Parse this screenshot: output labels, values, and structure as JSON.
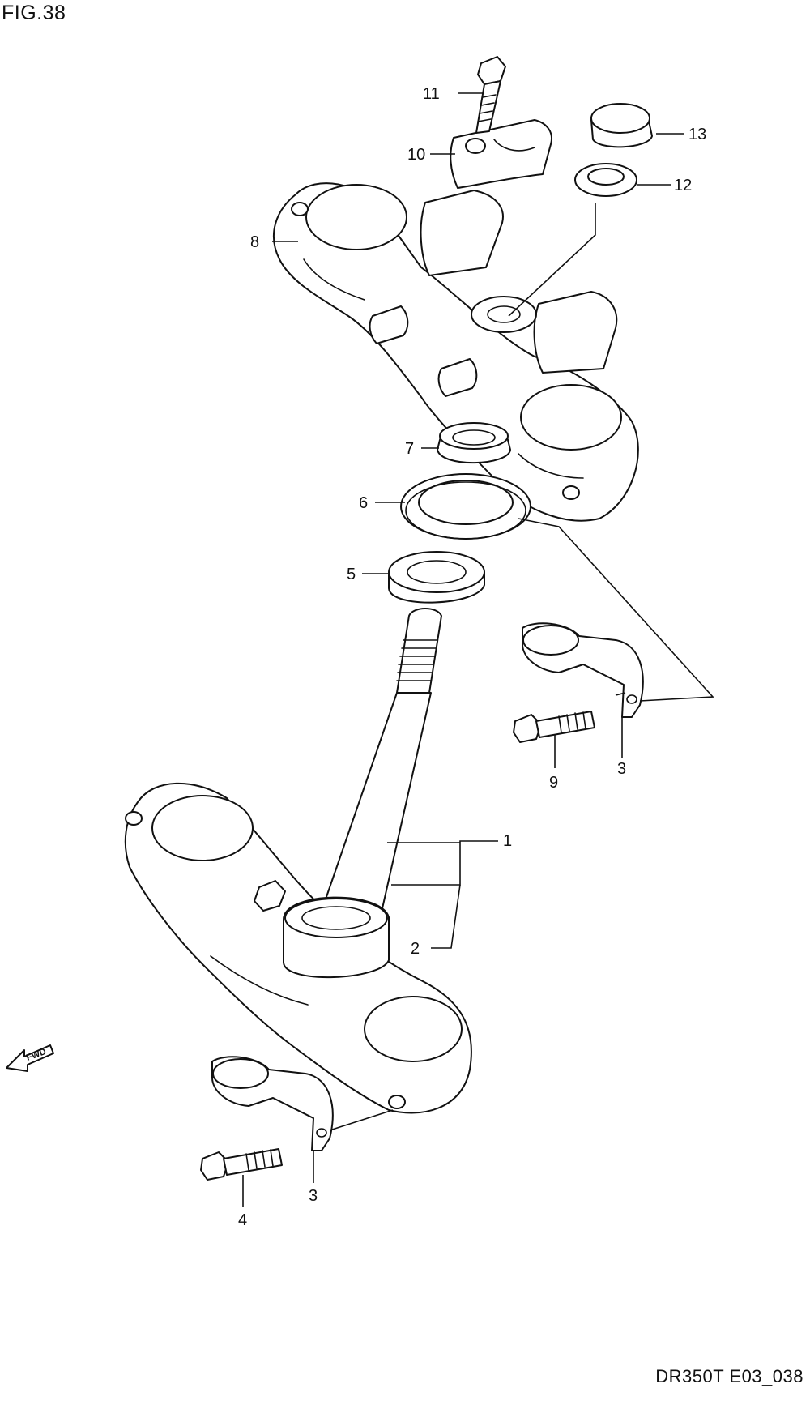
{
  "figure_label": "FIG.38",
  "footer_code": "DR350T E03_038",
  "direction_arrow": "FWD",
  "callouts": {
    "p1": "1",
    "p2": "2",
    "p3a": "3",
    "p3b": "3",
    "p4": "4",
    "p5": "5",
    "p6": "6",
    "p7": "7",
    "p8": "8",
    "p9": "9",
    "p10": "10",
    "p11": "11",
    "p12": "12",
    "p13": "13"
  }
}
